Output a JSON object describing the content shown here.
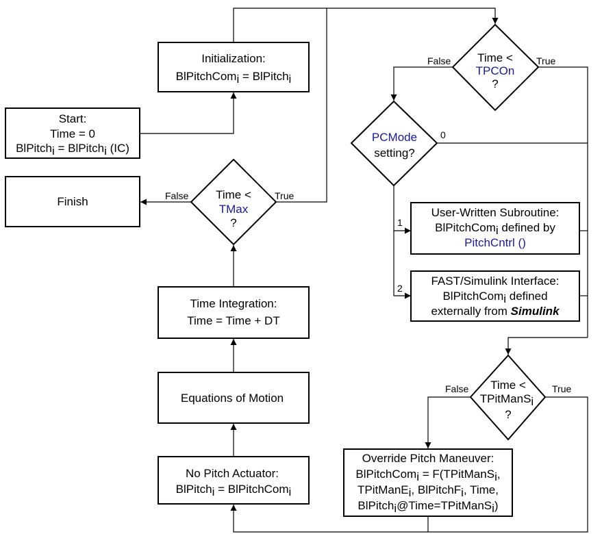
{
  "colors": {
    "variable": "#1a1a8c",
    "text": "#000000",
    "background": "#ffffff"
  },
  "boxes": {
    "initialization": {
      "title": "Initialization:",
      "var_a": "BlPitchCom",
      "sub": "i",
      "eq": " = ",
      "var_b": "BlPitch",
      "sub_b": "i"
    },
    "start": {
      "title": "Start:",
      "time_var": "Time",
      "time_eq": " = 0",
      "pitch_a": "BlPitch",
      "sub": "i",
      "eq": " = ",
      "pitch_b": "BlPitch",
      "sub_b": "i",
      "suffix": " (IC)"
    },
    "finish": {
      "title": "Finish"
    },
    "time_integration": {
      "title": "Time Integration:",
      "var_a": "Time",
      "eq": " = ",
      "var_b": "Time",
      "plus": " + ",
      "var_c": "DT"
    },
    "equations_of_motion": {
      "title": "Equations of Motion"
    },
    "no_pitch_actuator": {
      "title": "No Pitch Actuator:",
      "var_a": "BlPitch",
      "sub": "i",
      "eq": " = ",
      "var_b": "BlPitchCom",
      "sub_b": "i"
    },
    "user_subroutine": {
      "title": "User-Written Subroutine:",
      "var_a": "BlPitchCom",
      "sub": "i",
      "rest": " defined by",
      "func": "PitchCntrl ()"
    },
    "simulink": {
      "title": "FAST/Simulink Interface:",
      "var_a": "BlPitchCom",
      "sub": "i",
      "rest": " defined",
      "ext": "externally from ",
      "tool": "Simulink"
    },
    "override": {
      "title": "Override Pitch Maneuver:",
      "l2_a": "BlPitchCom",
      "l2_sub_a": "i",
      "l2_eq": " = F(",
      "l2_b": "TPitManS",
      "l2_sub_b": "i",
      "l2_comma": ",",
      "l3_a": "TPitManE",
      "l3_sub_a": "i",
      "l3_c1": ", ",
      "l3_b": "BlPitchF",
      "l3_sub_b": "i",
      "l3_c2": ", ",
      "l3_c": "Time",
      "l3_end": ",",
      "l4_a": "BlPitch",
      "l4_sub_a": "i",
      "l4_at": "@",
      "l4_b": "Time",
      "l4_eq": "=",
      "l4_c": "TPitManS",
      "l4_sub_c": "i",
      "l4_end": ")"
    }
  },
  "decisions": {
    "tmax": {
      "var": "Time",
      "op": " <",
      "var2": "TMax",
      "q": "?",
      "false_label": "False",
      "true_label": "True"
    },
    "tpcon": {
      "var": "Time",
      "op": " <",
      "var2": "TPCOn",
      "q": "?",
      "false_label": "False",
      "true_label": "True"
    },
    "pcmode": {
      "var": "PCMode",
      "text2": "setting?",
      "label_0": "0",
      "label_1": "1",
      "label_2": "2"
    },
    "tpitmans": {
      "var": "Time",
      "op": " <",
      "var2": "TPitManS",
      "sub": "i",
      "q": "?",
      "false_label": "False",
      "true_label": "True"
    }
  }
}
